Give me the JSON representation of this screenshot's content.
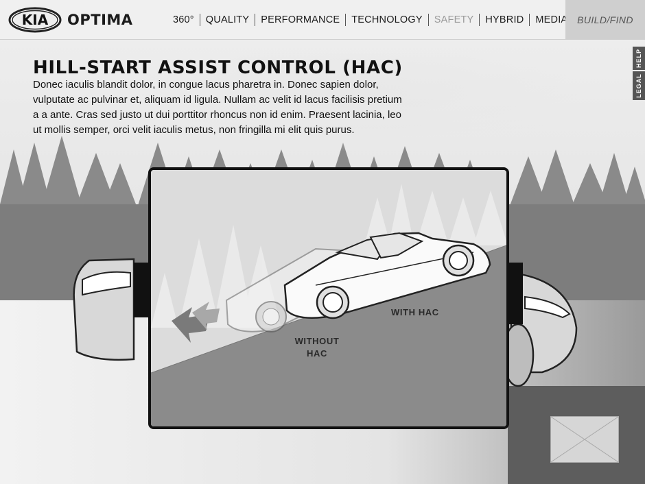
{
  "brand": {
    "logo_text": "KIA",
    "model": "OPTIMA"
  },
  "nav": {
    "items": [
      {
        "label": "360°",
        "state": "normal"
      },
      {
        "label": "QUALITY",
        "state": "normal"
      },
      {
        "label": "PERFORMANCE",
        "state": "normal"
      },
      {
        "label": "TECHNOLOGY",
        "state": "normal"
      },
      {
        "label": "SAFETY",
        "state": "active"
      },
      {
        "label": "HYBRID",
        "state": "normal"
      },
      {
        "label": "MEDIA",
        "state": "normal"
      }
    ],
    "build_label": "BUILD/FIND"
  },
  "side_tabs": {
    "help": "HELP",
    "legal": "LEGAL"
  },
  "content": {
    "title": "HILL-START ASSIST CONTROL (HAC)",
    "body": "Donec iaculis blandit dolor, in congue lacus pharetra in. Donec sapien dolor, vulputate ac pulvinar et, aliquam id ligula. Nullam ac velit id lacus facilisis pretium a a ante. Cras sed justo ut dui porttitor rhoncus non id enim. Praesent lacinia, leo ut mollis semper, orci velit iaculis metus, non fringilla mi elit quis purus."
  },
  "illustration": {
    "with_label": "WITH HAC",
    "without_label_line1": "WITHOUT",
    "without_label_line2": "HAC"
  },
  "colors": {
    "accent_disabled": "#9a9a9a",
    "frame": "#111111"
  }
}
